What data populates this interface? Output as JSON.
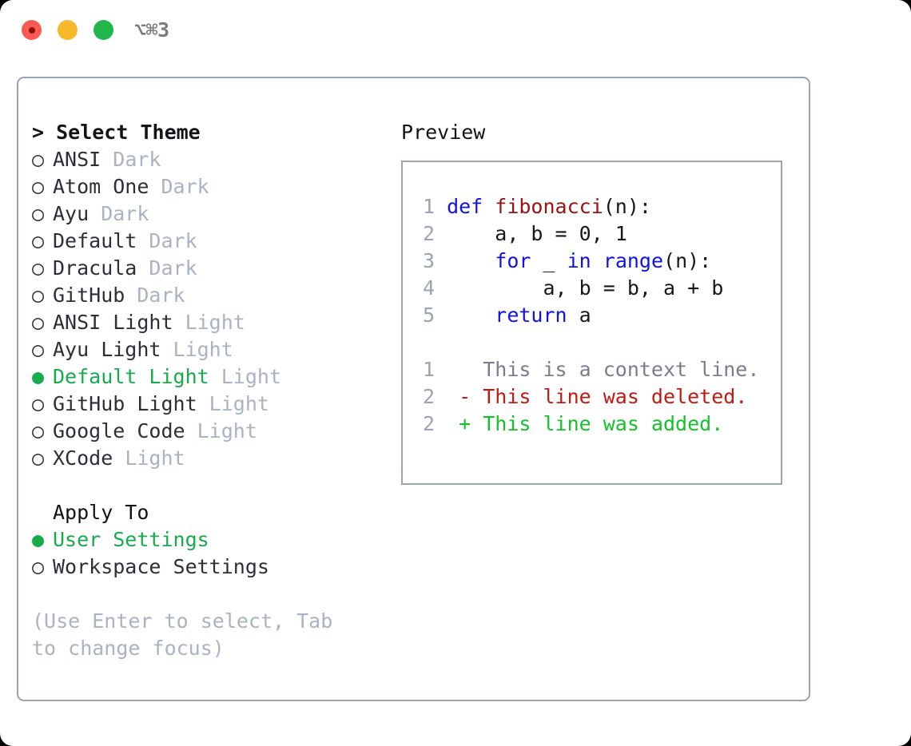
{
  "titlebar": {
    "shortcut": "⌥⌘3",
    "buttons": [
      {
        "name": "close",
        "color": "#fb5a52"
      },
      {
        "name": "minimize",
        "color": "#f9b72c"
      },
      {
        "name": "zoom",
        "color": "#21b74a"
      }
    ]
  },
  "theme_list": {
    "header": "> Select Theme",
    "marker_selected": "●",
    "marker_unselected": "○",
    "selected_color": "#18ab4c",
    "items": [
      {
        "marker": "○",
        "label": "ANSI",
        "suffix": "Dark",
        "selected": false
      },
      {
        "marker": "○",
        "label": "Atom One",
        "suffix": "Dark",
        "selected": false
      },
      {
        "marker": "○",
        "label": "Ayu",
        "suffix": "Dark",
        "selected": false
      },
      {
        "marker": "○",
        "label": "Default",
        "suffix": "Dark",
        "selected": false
      },
      {
        "marker": "○",
        "label": "Dracula",
        "suffix": "Dark",
        "selected": false
      },
      {
        "marker": "○",
        "label": "GitHub",
        "suffix": "Dark",
        "selected": false
      },
      {
        "marker": "○",
        "label": "ANSI Light",
        "suffix": "Light",
        "selected": false
      },
      {
        "marker": "○",
        "label": "Ayu Light",
        "suffix": "Light",
        "selected": false
      },
      {
        "marker": "●",
        "label": "Default Light",
        "suffix": "Light",
        "selected": true
      },
      {
        "marker": "○",
        "label": "GitHub Light",
        "suffix": "Light",
        "selected": false
      },
      {
        "marker": "○",
        "label": "Google Code",
        "suffix": "Light",
        "selected": false
      },
      {
        "marker": "○",
        "label": "XCode",
        "suffix": "Light",
        "selected": false
      }
    ]
  },
  "apply_to": {
    "header": "Apply To",
    "items": [
      {
        "marker": "●",
        "label": "User Settings",
        "selected": true
      },
      {
        "marker": "○",
        "label": "Workspace Settings",
        "selected": false
      }
    ]
  },
  "hint": "(Use Enter to select, Tab to change focus)",
  "preview": {
    "title": "Preview",
    "code_lines": [
      {
        "lineno": "1",
        "tokens": [
          {
            "t": "def",
            "c": "kw"
          },
          {
            "t": " ",
            "c": "plain"
          },
          {
            "t": "fibonacci",
            "c": "fn"
          },
          {
            "t": "(n):",
            "c": "plain"
          }
        ]
      },
      {
        "lineno": "2",
        "tokens": [
          {
            "t": "    a, b = 0, 1",
            "c": "plain"
          }
        ]
      },
      {
        "lineno": "3",
        "tokens": [
          {
            "t": "    ",
            "c": "plain"
          },
          {
            "t": "for",
            "c": "kw"
          },
          {
            "t": " _ ",
            "c": "plain"
          },
          {
            "t": "in",
            "c": "kw"
          },
          {
            "t": " ",
            "c": "plain"
          },
          {
            "t": "range",
            "c": "kw"
          },
          {
            "t": "(n):",
            "c": "plain"
          }
        ]
      },
      {
        "lineno": "4",
        "tokens": [
          {
            "t": "        a, b = b, a + b",
            "c": "plain"
          }
        ]
      },
      {
        "lineno": "5",
        "tokens": [
          {
            "t": "    ",
            "c": "plain"
          },
          {
            "t": "return",
            "c": "kw"
          },
          {
            "t": " a",
            "c": "plain"
          }
        ]
      }
    ],
    "diff_lines": [
      {
        "lineno": "1",
        "kind": "context",
        "text": "   This is a context line."
      },
      {
        "lineno": "2",
        "kind": "deleted",
        "text": " - This line was deleted."
      },
      {
        "lineno": "2",
        "kind": "added",
        "text": " + This line was added."
      }
    ],
    "colors": {
      "keyword": "#1111ee",
      "function": "#9c1212",
      "lineno": "#9aa4b2",
      "context": "#787f88",
      "deleted": "#c21a12",
      "added": "#15c22b"
    }
  }
}
